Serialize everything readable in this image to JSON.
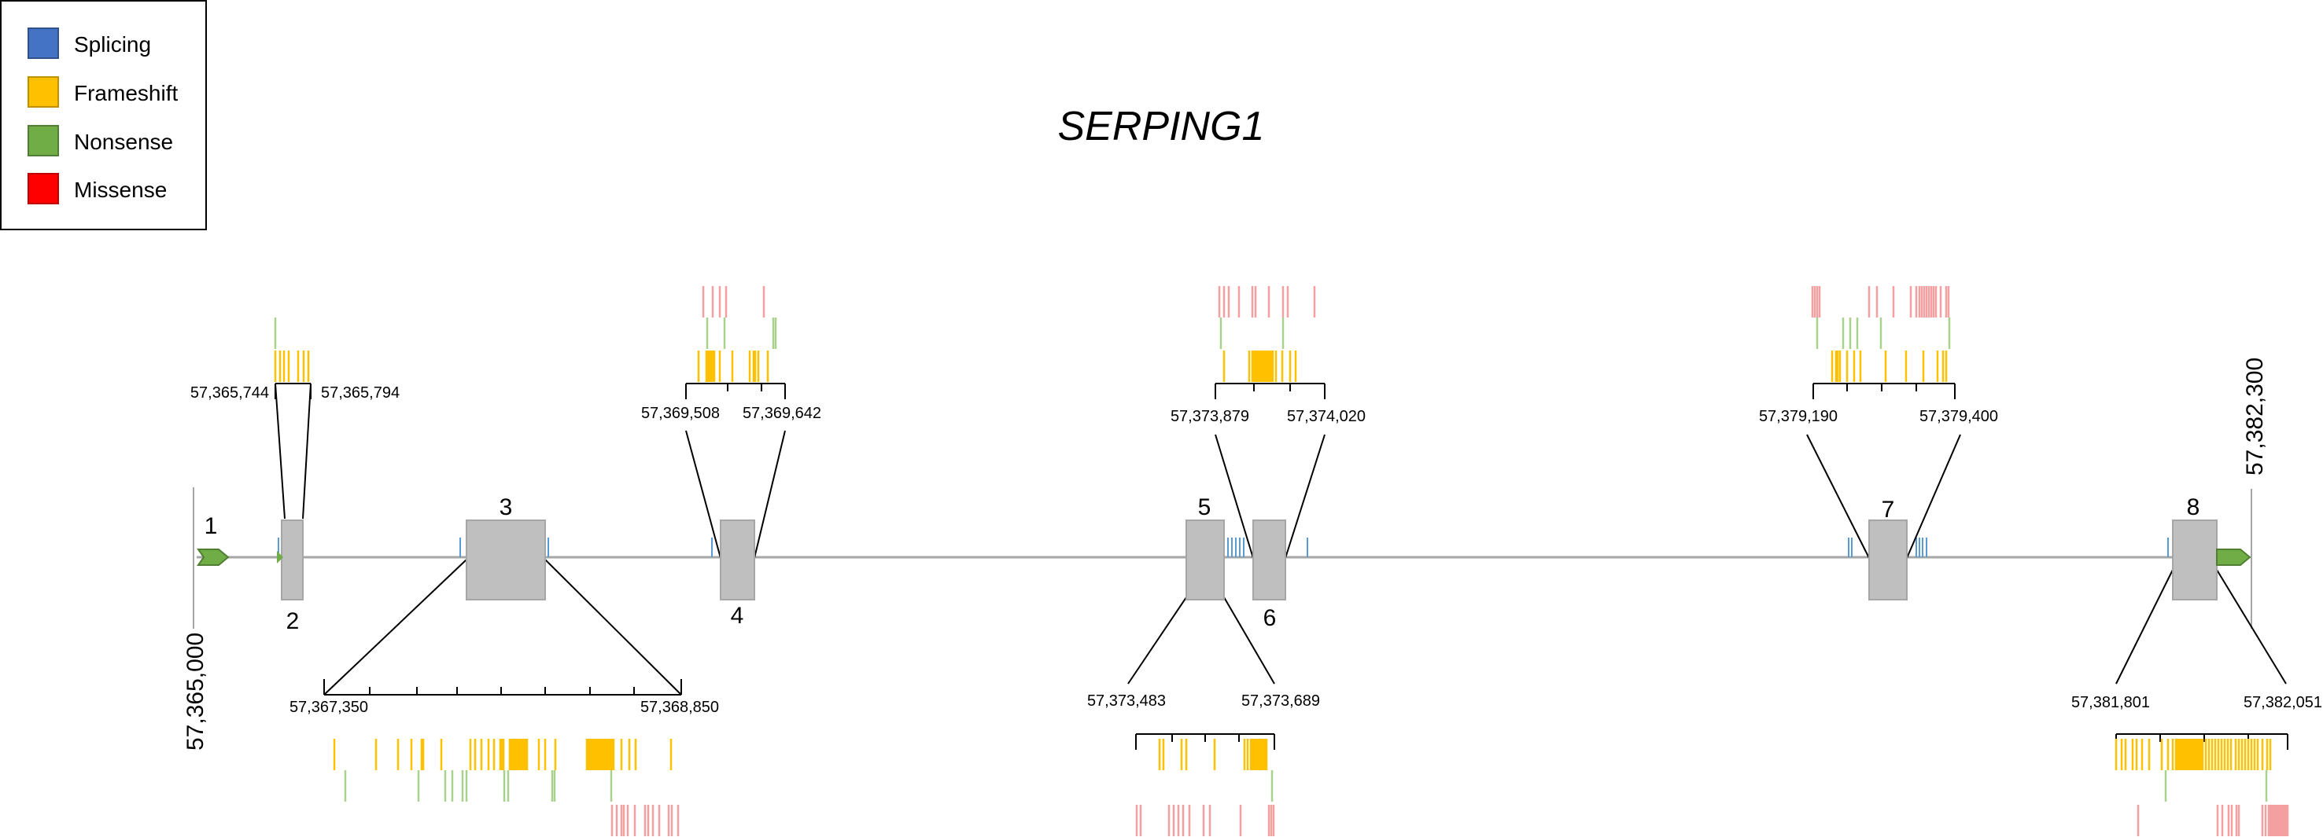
{
  "title": "SERPING1",
  "legend": [
    {
      "label": "Splicing",
      "color": "#4472C4"
    },
    {
      "label": "Frameshift",
      "color": "#FFC000"
    },
    {
      "label": "Nonsense",
      "color": "#70AD47"
    },
    {
      "label": "Missense",
      "color": "#FF0000"
    }
  ],
  "gene_start": "57,365,000",
  "gene_end": "57,382,300",
  "exons": [
    {
      "number": "1",
      "shape": "utr-arrow"
    },
    {
      "number": "2"
    },
    {
      "number": "3"
    },
    {
      "number": "4"
    },
    {
      "number": "5"
    },
    {
      "number": "6"
    },
    {
      "number": "7"
    },
    {
      "number": "8",
      "shape": "box-with-utr-arrow"
    }
  ],
  "zoom_windows": [
    {
      "exon": "2",
      "start": "57,365,744",
      "end": "57,365,794",
      "position": "above"
    },
    {
      "exon": "3",
      "start": "57,367,350",
      "end": "57,368,850",
      "position": "below"
    },
    {
      "exon": "4",
      "start": "57,369,508",
      "end": "57,369,642",
      "position": "above"
    },
    {
      "exon": "5",
      "start": "57,373,483",
      "end": "57,373,689",
      "position": "below"
    },
    {
      "exon": "6",
      "start": "57,373,879",
      "end": "57,374,020",
      "position": "above"
    },
    {
      "exon": "7",
      "start": "57,379,190",
      "end": "57,379,400",
      "position": "above"
    },
    {
      "exon": "8",
      "start": "57,381,801",
      "end": "57,382,051",
      "position": "below"
    }
  ]
}
